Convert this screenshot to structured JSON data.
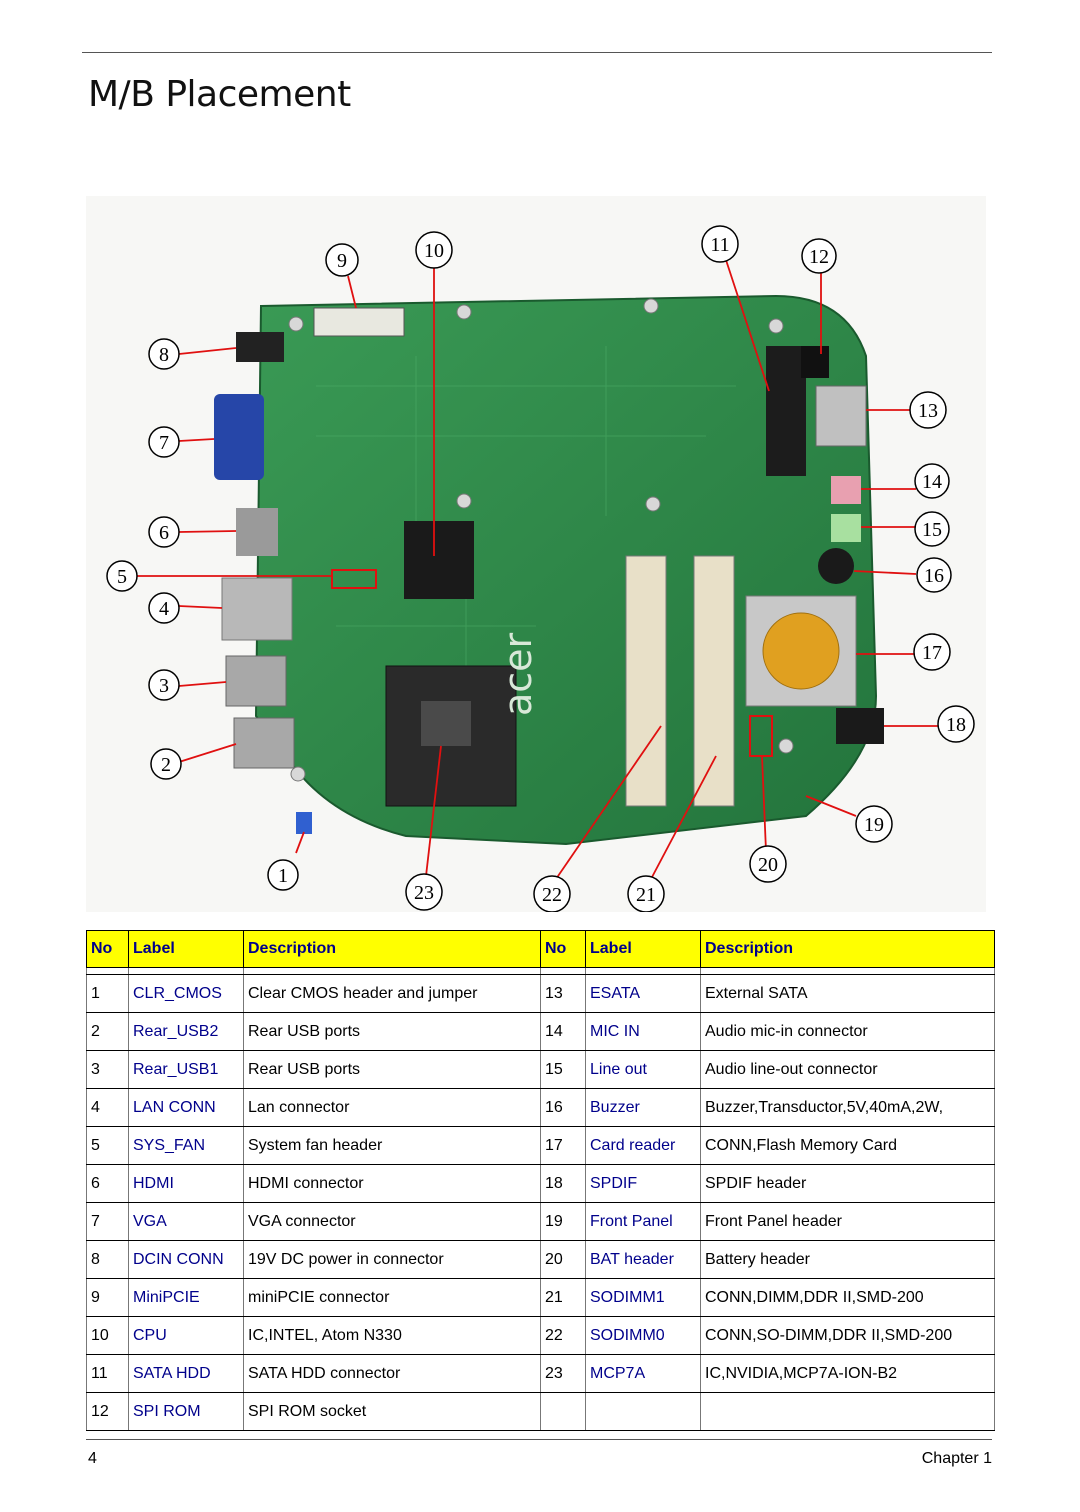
{
  "title": "M/B Placement",
  "callouts": [
    "1",
    "2",
    "3",
    "4",
    "5",
    "6",
    "7",
    "8",
    "9",
    "10",
    "11",
    "12",
    "13",
    "14",
    "15",
    "16",
    "17",
    "18",
    "19",
    "20",
    "21",
    "22",
    "23"
  ],
  "board_marking": "acer",
  "table": {
    "headers": [
      "No",
      "Label",
      "Description",
      "No",
      "Label",
      "Description"
    ],
    "rows": [
      {
        "no1": "1",
        "label1": "CLR_CMOS",
        "desc1": "Clear CMOS header and jumper",
        "no2": "13",
        "label2": "ESATA",
        "desc2": "External SATA"
      },
      {
        "no1": "2",
        "label1": "Rear_USB2",
        "desc1": "Rear USB ports",
        "no2": "14",
        "label2": "MIC IN",
        "desc2": "Audio mic-in connector"
      },
      {
        "no1": "3",
        "label1": "Rear_USB1",
        "desc1": "Rear USB ports",
        "no2": "15",
        "label2": "Line out",
        "desc2": "Audio line-out connector"
      },
      {
        "no1": "4",
        "label1": "LAN CONN",
        "desc1": "Lan connector",
        "no2": "16",
        "label2": "Buzzer",
        "desc2": "Buzzer,Transductor,5V,40mA,2W,"
      },
      {
        "no1": "5",
        "label1": "SYS_FAN",
        "desc1": "System fan header",
        "no2": "17",
        "label2": "Card reader",
        "desc2": "CONN,Flash Memory Card"
      },
      {
        "no1": "6",
        "label1": "HDMI",
        "desc1": "HDMI connector",
        "no2": "18",
        "label2": "SPDIF",
        "desc2": "SPDIF header"
      },
      {
        "no1": "7",
        "label1": "VGA",
        "desc1": "VGA connector",
        "no2": "19",
        "label2": "Front Panel",
        "desc2": "Front Panel header"
      },
      {
        "no1": "8",
        "label1": "DCIN CONN",
        "desc1": "19V DC power in connector",
        "no2": "20",
        "label2": "BAT header",
        "desc2": "Battery header"
      },
      {
        "no1": "9",
        "label1": "MiniPCIE",
        "desc1": "miniPCIE connector",
        "no2": "21",
        "label2": "SODIMM1",
        "desc2": "CONN,DIMM,DDR II,SMD-200"
      },
      {
        "no1": "10",
        "label1": "CPU",
        "desc1": "IC,INTEL, Atom N330",
        "no2": "22",
        "label2": "SODIMM0",
        "desc2": "CONN,SO-DIMM,DDR II,SMD-200"
      },
      {
        "no1": "11",
        "label1": "SATA HDD",
        "desc1": "SATA HDD connector",
        "no2": "23",
        "label2": "MCP7A",
        "desc2": "IC,NVIDIA,MCP7A-ION-B2"
      },
      {
        "no1": "12",
        "label1": "SPI ROM",
        "desc1": "SPI ROM socket",
        "no2": "",
        "label2": "",
        "desc2": ""
      }
    ]
  },
  "footer": {
    "page": "4",
    "chapter": "Chapter 1"
  },
  "colors": {
    "header_bg": "#ffff00",
    "header_text": "#00008b",
    "label_text": "#00008b",
    "pcb": "#2f8a4a",
    "leader": "#e01010"
  }
}
